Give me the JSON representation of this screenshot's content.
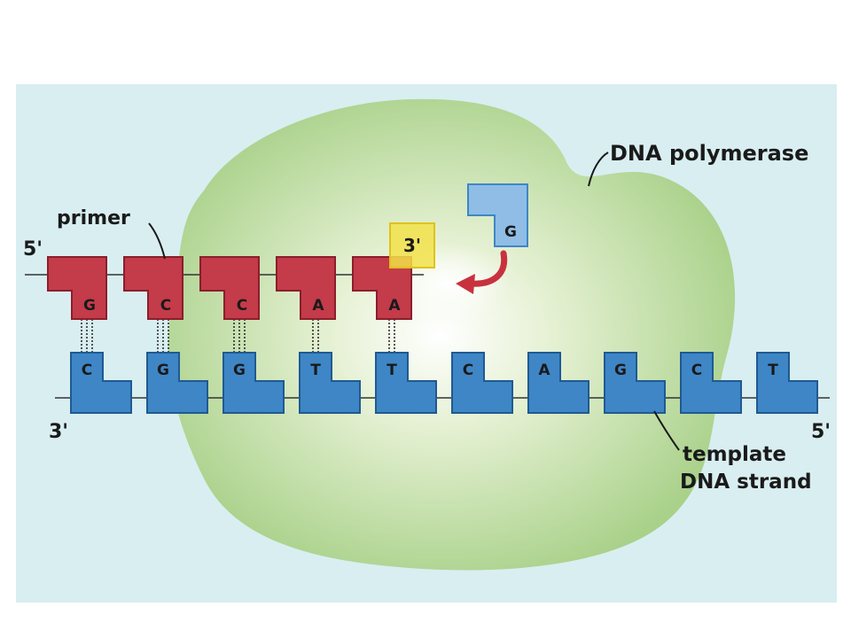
{
  "labels": {
    "polymerase": "DNA polymerase",
    "primer": "primer",
    "template_line1": "template",
    "template_line2": "DNA strand",
    "primer_5prime": "5'",
    "template_3prime": "3'",
    "template_5prime": "5'",
    "primer_3prime_end": "3'"
  },
  "primer_bases": [
    "G",
    "C",
    "C",
    "A",
    "A"
  ],
  "template_bases": [
    "C",
    "G",
    "G",
    "T",
    "T",
    "C",
    "A",
    "G",
    "C",
    "T"
  ],
  "incoming_nucleotide": "G",
  "colors": {
    "background": "#d9eef1",
    "enzyme": "#a9d18a",
    "primer": "#c43b4a",
    "template": "#3f86c6",
    "incoming": "#8fbde6",
    "highlight": "#f2e24a",
    "arrow": "#c8323f"
  }
}
